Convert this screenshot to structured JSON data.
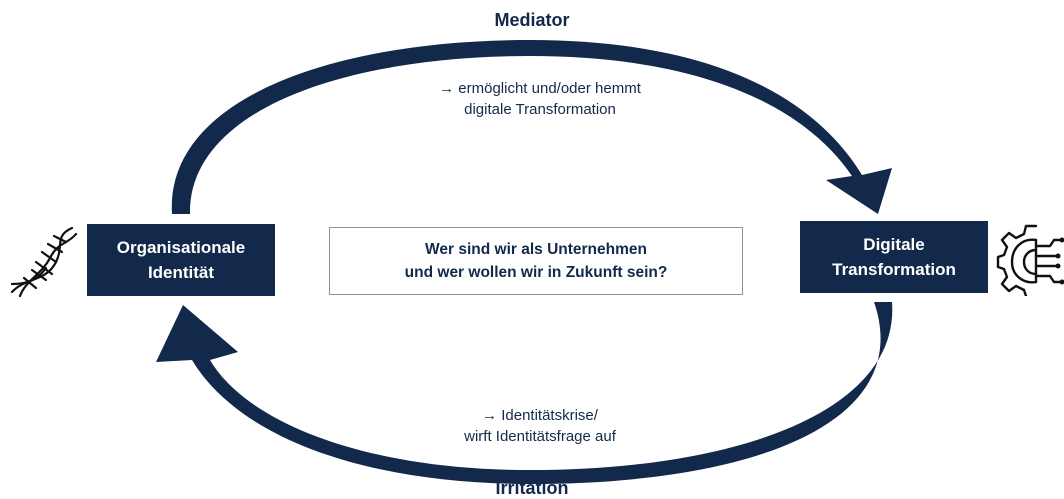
{
  "colors": {
    "primary": "#13294b",
    "box_border": "#8a93a3",
    "background": "#ffffff"
  },
  "top_arrow": {
    "label": "Mediator",
    "note_line1": "→ ermöglicht und/oder hemmt",
    "note_line2": "digitale Transformation"
  },
  "bottom_arrow": {
    "label": "Irritation",
    "note_line1": "→ Identitätskrise/",
    "note_line2": "wirft Identitätsfrage auf"
  },
  "left_node": {
    "line1": "Organisationale",
    "line2": "Identität",
    "icon": "dna-icon"
  },
  "right_node": {
    "line1": "Digitale",
    "line2": "Transformation",
    "icon": "gear-circuit-icon"
  },
  "center_question": {
    "line1": "Wer sind wir als Unternehmen",
    "line2": "und wer wollen wir in Zukunft sein?"
  }
}
